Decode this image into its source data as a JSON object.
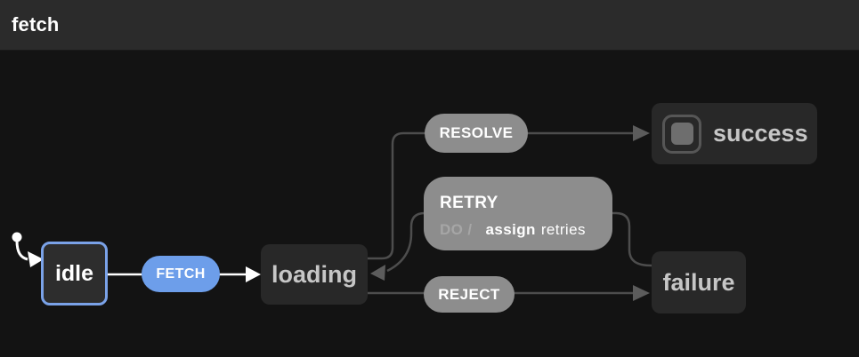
{
  "header": {
    "title": "fetch"
  },
  "machine": {
    "title": "fetch",
    "initial_state": "idle",
    "active_state": "idle",
    "states": [
      {
        "id": "idle",
        "label": "idle",
        "active": true
      },
      {
        "id": "loading",
        "label": "loading"
      },
      {
        "id": "success",
        "label": "success",
        "type": "final"
      },
      {
        "id": "failure",
        "label": "failure"
      }
    ],
    "transitions": [
      {
        "event": "FETCH",
        "from": "idle",
        "to": "loading"
      },
      {
        "event": "RESOLVE",
        "from": "loading",
        "to": "success"
      },
      {
        "event": "RETRY",
        "from": "failure",
        "to": "loading",
        "action": {
          "prefix": "DO /",
          "name": "assign",
          "arg": "retries"
        }
      },
      {
        "event": "REJECT",
        "from": "loading",
        "to": "failure"
      }
    ]
  },
  "colors": {
    "header_bg": "#2b2b2b",
    "canvas_bg": "#131313",
    "state_bg": "#282828",
    "state_text": "#c6c6c6",
    "active_border_blue": "#7aa2e8",
    "event_blue": "#6d9eea",
    "event_gray": "#8d8d8d",
    "edge_gray": "#4d4d4d",
    "arrow_gray": "#5c5c5c",
    "white": "#ffffff"
  }
}
